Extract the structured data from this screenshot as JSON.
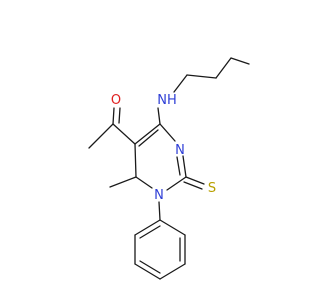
{
  "molecule": {
    "atom_labels": {
      "amine_nh": "NH",
      "carbonyl_o": "O",
      "ring_n3": "N",
      "ring_n1": "N",
      "thione_s": "S"
    },
    "colors": {
      "bond": "#1a1a1a",
      "nitrogen": "#2e3ed6",
      "oxygen": "#e02020",
      "sulfur": "#b8a000"
    }
  }
}
